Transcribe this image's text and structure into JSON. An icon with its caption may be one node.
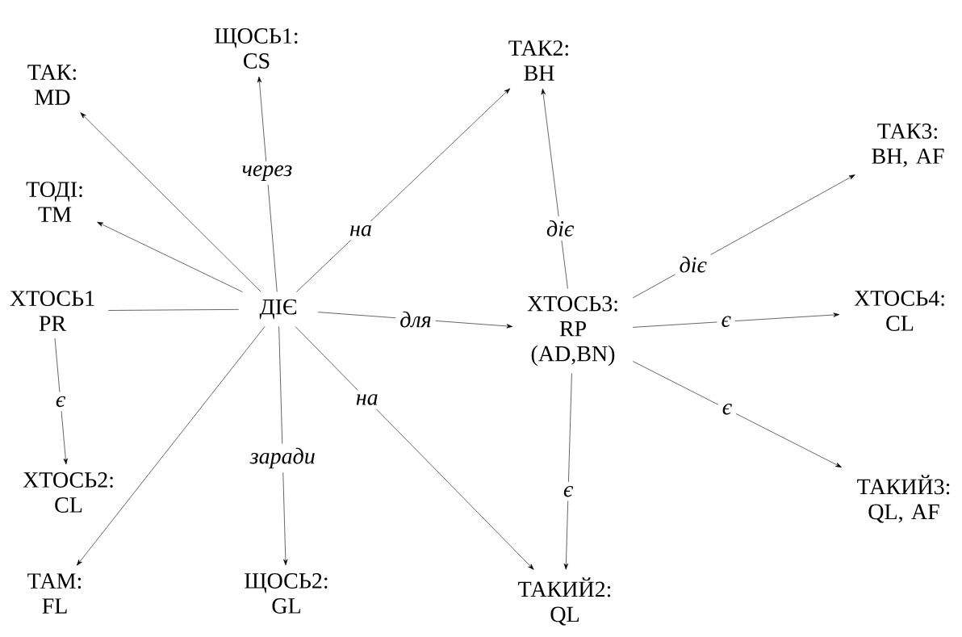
{
  "diagram": {
    "nodes": [
      {
        "text": [
          "ТАК: MD"
        ]
      },
      {
        "text": [
          "ЩОСЬ1: CS"
        ]
      },
      {
        "text": [
          "ТАК2: BH"
        ]
      },
      {
        "text": [
          "ТАК3: BH, AF"
        ]
      },
      {
        "text": [
          "ТОДІ: TM"
        ]
      },
      {
        "text": [
          "ХТОСЬ1 PR"
        ]
      },
      {
        "text": [
          "ДІЄ"
        ]
      },
      {
        "text": [
          "ХТОСЬ3: RP (AD,BN)"
        ]
      },
      {
        "text": [
          "ХТОСЬ4: CL"
        ]
      },
      {
        "text": [
          "ХТОСЬ2: CL"
        ]
      },
      {
        "text": [
          "ТАКИЙ3: QL, AF"
        ]
      },
      {
        "text": [
          "ТАМ: FL"
        ]
      },
      {
        "text": [
          "ЩОСЬ2: GL"
        ]
      },
      {
        "text": [
          "ТАКИЙ2: QL"
        ]
      }
    ],
    "edges": [
      {
        "from": 6,
        "to": 0,
        "arrow": "to"
      },
      {
        "from": 6,
        "to": 1,
        "arrow": "to",
        "label": "через"
      },
      {
        "from": 6,
        "to": 2,
        "arrow": "to",
        "label": "на"
      },
      {
        "from": 6,
        "to": 4,
        "arrow": "to"
      },
      {
        "from": 5,
        "to": 6,
        "arrow": "none"
      },
      {
        "from": 6,
        "to": 7,
        "arrow": "to",
        "label": "для"
      },
      {
        "from": 6,
        "to": 11,
        "arrow": "to"
      },
      {
        "from": 6,
        "to": 12,
        "arrow": "to",
        "label": "заради"
      },
      {
        "from": 6,
        "to": 13,
        "arrow": "to",
        "label": "на"
      },
      {
        "from": 5,
        "to": 9,
        "arrow": "to",
        "label": "є"
      },
      {
        "from": 7,
        "to": 2,
        "arrow": "to",
        "label": "діє"
      },
      {
        "from": 7,
        "to": 3,
        "arrow": "to",
        "label": "діє"
      },
      {
        "from": 7,
        "to": 8,
        "arrow": "to",
        "label": "є"
      },
      {
        "from": 7,
        "to": 10,
        "arrow": "to",
        "label": "є"
      },
      {
        "from": 7,
        "to": 13,
        "arrow": "to",
        "label": "є"
      }
    ]
  }
}
